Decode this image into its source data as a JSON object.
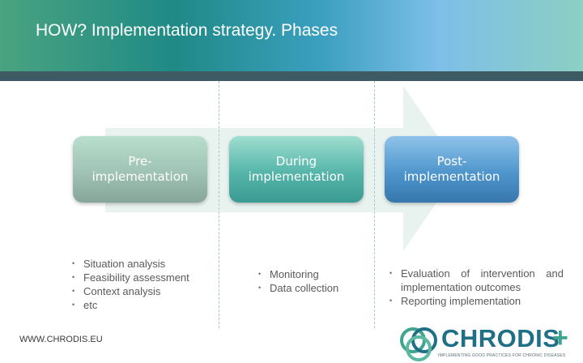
{
  "title": "HOW? Implementation strategy. Phases",
  "phases": [
    {
      "line1": "Pre-",
      "line2": "implementation"
    },
    {
      "line1": "During",
      "line2": "implementation"
    },
    {
      "line1": "Post-",
      "line2": "implementation"
    }
  ],
  "pre_items": [
    "Situation analysis",
    "Feasibility assessment",
    "Context analysis",
    "etc"
  ],
  "during_items": [
    "Monitoring",
    "Data collection"
  ],
  "post_items": [
    "Evaluation of intervention and implementation outcomes",
    "Reporting implementation"
  ],
  "footer_url": "WWW.CHRODIS.EU",
  "logo": {
    "name": "CHRODIS",
    "plus": "+",
    "tagline": "IMPLEMENTING GOOD PRACTICES FOR CHRONIC DISEASES"
  },
  "colors": {
    "header_start": "#4aa37f",
    "header_mid": "#1f8a86",
    "header_end": "#7dbfe8",
    "header_bar": "#3e5a63",
    "arrow": "#e8f3ef",
    "pre_box": "#9fc3b4",
    "during_box": "#56b5aa",
    "post_box": "#4f96cc",
    "logo_blue": "#1f6f86",
    "logo_green": "#3fa58e"
  }
}
